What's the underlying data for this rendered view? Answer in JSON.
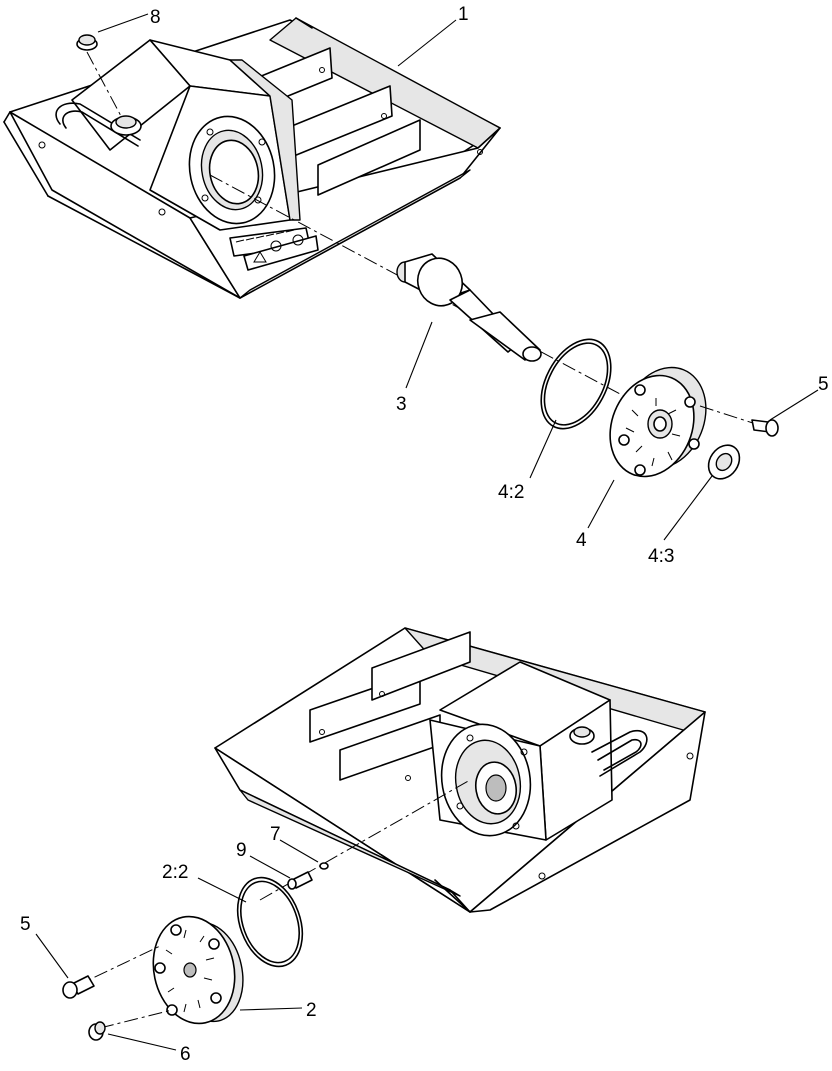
{
  "callouts": {
    "c1": "1",
    "c8": "8",
    "c3": "3",
    "c5_top": "5",
    "c4_2": "4:2",
    "c4": "4",
    "c4_3": "4:3",
    "c7": "7",
    "c9": "9",
    "c2_2": "2:2",
    "c5_bottom": "5",
    "c2": "2",
    "c6": "6"
  }
}
